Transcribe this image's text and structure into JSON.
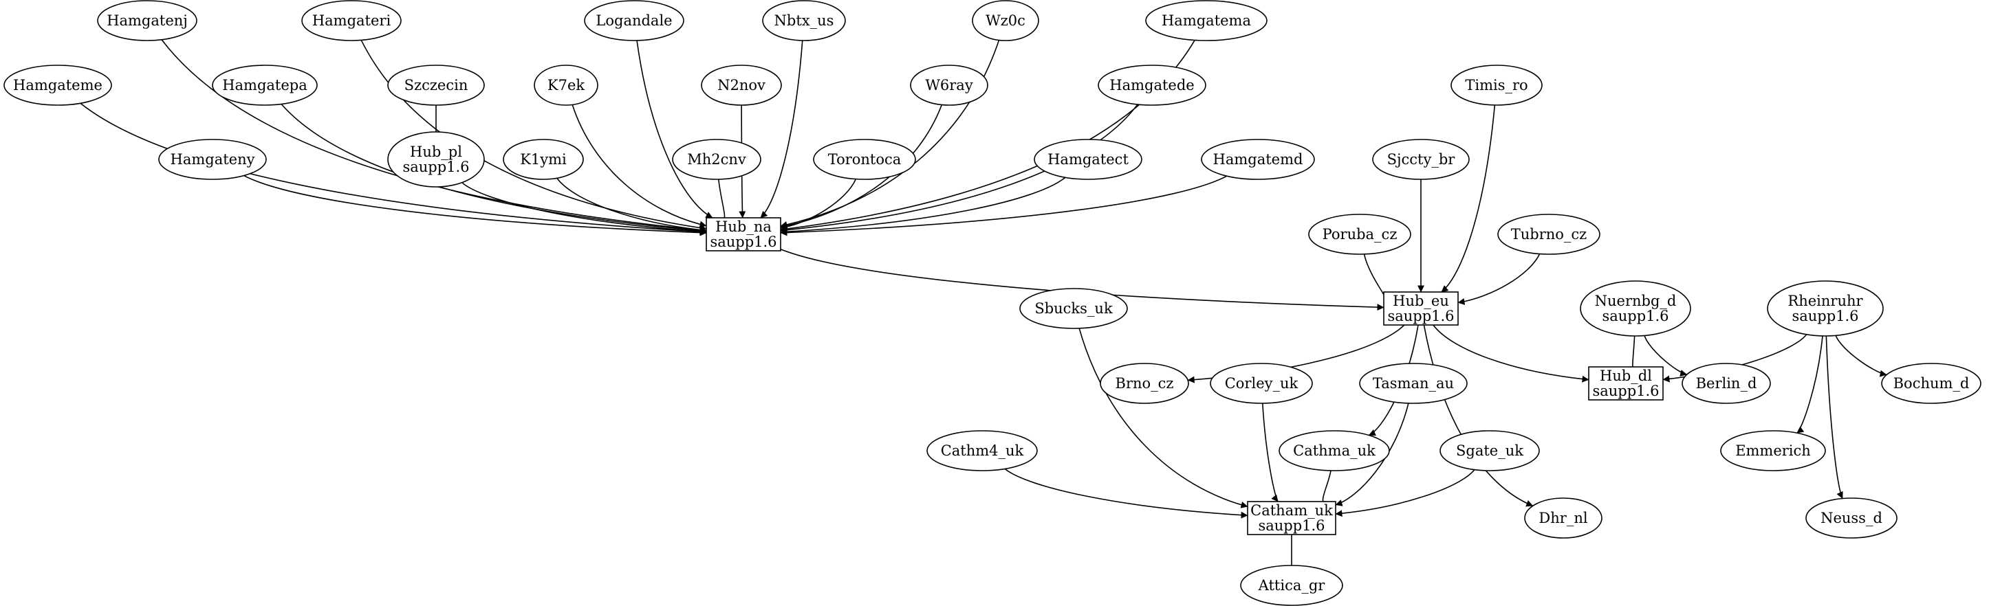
{
  "graph": {
    "nodes": [
      {
        "id": "hamgatenj",
        "lines": [
          "Hamgatenj"
        ],
        "shape": "ellipse"
      },
      {
        "id": "hamgateri",
        "lines": [
          "Hamgateri"
        ],
        "shape": "ellipse"
      },
      {
        "id": "logandale",
        "lines": [
          "Logandale"
        ],
        "shape": "ellipse"
      },
      {
        "id": "nbtx_us",
        "lines": [
          "Nbtx_us"
        ],
        "shape": "ellipse"
      },
      {
        "id": "wz0c",
        "lines": [
          "Wz0c"
        ],
        "shape": "ellipse"
      },
      {
        "id": "hamgatema",
        "lines": [
          "Hamgatema"
        ],
        "shape": "ellipse"
      },
      {
        "id": "hamgateme",
        "lines": [
          "Hamgateme"
        ],
        "shape": "ellipse"
      },
      {
        "id": "hamgatepa",
        "lines": [
          "Hamgatepa"
        ],
        "shape": "ellipse"
      },
      {
        "id": "szczecin",
        "lines": [
          "Szczecin"
        ],
        "shape": "ellipse"
      },
      {
        "id": "k7ek",
        "lines": [
          "K7ek"
        ],
        "shape": "ellipse"
      },
      {
        "id": "n2nov",
        "lines": [
          "N2nov"
        ],
        "shape": "ellipse"
      },
      {
        "id": "w6ray",
        "lines": [
          "W6ray"
        ],
        "shape": "ellipse"
      },
      {
        "id": "hamgatede",
        "lines": [
          "Hamgatede"
        ],
        "shape": "ellipse"
      },
      {
        "id": "timis_ro",
        "lines": [
          "Timis_ro"
        ],
        "shape": "ellipse"
      },
      {
        "id": "hamgateny",
        "lines": [
          "Hamgateny"
        ],
        "shape": "ellipse"
      },
      {
        "id": "hub_pl",
        "lines": [
          "Hub_pl",
          "saupp1.6"
        ],
        "shape": "ellipse"
      },
      {
        "id": "k1ymi",
        "lines": [
          "K1ymi"
        ],
        "shape": "ellipse"
      },
      {
        "id": "mh2cnv",
        "lines": [
          "Mh2cnv"
        ],
        "shape": "ellipse"
      },
      {
        "id": "torontoca",
        "lines": [
          "Torontoca"
        ],
        "shape": "ellipse"
      },
      {
        "id": "hamgatect",
        "lines": [
          "Hamgatect"
        ],
        "shape": "ellipse"
      },
      {
        "id": "hamgatemd",
        "lines": [
          "Hamgatemd"
        ],
        "shape": "ellipse"
      },
      {
        "id": "sjccty_br",
        "lines": [
          "Sjccty_br"
        ],
        "shape": "ellipse"
      },
      {
        "id": "hub_na",
        "lines": [
          "Hub_na",
          "saupp1.6"
        ],
        "shape": "box"
      },
      {
        "id": "poruba_cz",
        "lines": [
          "Poruba_cz"
        ],
        "shape": "ellipse"
      },
      {
        "id": "tubrno_cz",
        "lines": [
          "Tubrno_cz"
        ],
        "shape": "ellipse"
      },
      {
        "id": "hub_eu",
        "lines": [
          "Hub_eu",
          "saupp1.6"
        ],
        "shape": "box"
      },
      {
        "id": "sbucks_uk",
        "lines": [
          "Sbucks_uk"
        ],
        "shape": "ellipse"
      },
      {
        "id": "nuernbg_d",
        "lines": [
          "Nuernbg_d",
          "saupp1.6"
        ],
        "shape": "ellipse"
      },
      {
        "id": "rheinruhr",
        "lines": [
          "Rheinruhr",
          "saupp1.6"
        ],
        "shape": "ellipse"
      },
      {
        "id": "brno_cz",
        "lines": [
          "Brno_cz"
        ],
        "shape": "ellipse"
      },
      {
        "id": "corley_uk",
        "lines": [
          "Corley_uk"
        ],
        "shape": "ellipse"
      },
      {
        "id": "tasman_au",
        "lines": [
          "Tasman_au"
        ],
        "shape": "ellipse"
      },
      {
        "id": "hub_dl",
        "lines": [
          "Hub_dl",
          "saupp1.6"
        ],
        "shape": "box"
      },
      {
        "id": "berlin_d",
        "lines": [
          "Berlin_d"
        ],
        "shape": "ellipse"
      },
      {
        "id": "bochum_d",
        "lines": [
          "Bochum_d"
        ],
        "shape": "ellipse"
      },
      {
        "id": "cathm4_uk",
        "lines": [
          "Cathm4_uk"
        ],
        "shape": "ellipse"
      },
      {
        "id": "cathma_uk",
        "lines": [
          "Cathma_uk"
        ],
        "shape": "ellipse"
      },
      {
        "id": "sgate_uk",
        "lines": [
          "Sgate_uk"
        ],
        "shape": "ellipse"
      },
      {
        "id": "emmerich",
        "lines": [
          "Emmerich"
        ],
        "shape": "ellipse"
      },
      {
        "id": "catham_uk",
        "lines": [
          "Catham_uk",
          "saupp1.6"
        ],
        "shape": "box"
      },
      {
        "id": "dhr_nl",
        "lines": [
          "Dhr_nl"
        ],
        "shape": "ellipse"
      },
      {
        "id": "neuss_d",
        "lines": [
          "Neuss_d"
        ],
        "shape": "ellipse"
      },
      {
        "id": "attica_gr",
        "lines": [
          "Attica_gr"
        ],
        "shape": "ellipse"
      }
    ],
    "edges": [
      {
        "from": "hamgatenj",
        "to": "hub_na"
      },
      {
        "from": "hamgateri",
        "to": "hub_na"
      },
      {
        "from": "logandale",
        "to": "hub_na"
      },
      {
        "from": "nbtx_us",
        "to": "hub_na"
      },
      {
        "from": "wz0c",
        "to": "hub_na"
      },
      {
        "from": "hamgatema",
        "to": "hub_na"
      },
      {
        "from": "hamgateme",
        "to": "hub_na"
      },
      {
        "from": "hamgatepa",
        "to": "hub_na"
      },
      {
        "from": "szczecin",
        "to": "hub_pl"
      },
      {
        "from": "k7ek",
        "to": "hub_na"
      },
      {
        "from": "n2nov",
        "to": "hub_na"
      },
      {
        "from": "w6ray",
        "to": "hub_na"
      },
      {
        "from": "hamgatede",
        "to": "hub_na"
      },
      {
        "from": "hamgateny",
        "to": "hub_na"
      },
      {
        "from": "hub_pl",
        "to": "hub_na"
      },
      {
        "from": "k1ymi",
        "to": "hub_na"
      },
      {
        "from": "mh2cnv",
        "to": "hub_na"
      },
      {
        "from": "torontoca",
        "to": "hub_na"
      },
      {
        "from": "hamgatect",
        "to": "hub_na"
      },
      {
        "from": "hamgatemd",
        "to": "hub_na"
      },
      {
        "from": "hub_na",
        "to": "hub_eu"
      },
      {
        "from": "timis_ro",
        "to": "hub_eu"
      },
      {
        "from": "sjccty_br",
        "to": "hub_eu"
      },
      {
        "from": "poruba_cz",
        "to": "hub_eu"
      },
      {
        "from": "tubrno_cz",
        "to": "hub_eu"
      },
      {
        "from": "hub_eu",
        "to": "brno_cz"
      },
      {
        "from": "hub_eu",
        "to": "cathma_uk"
      },
      {
        "from": "hub_eu",
        "to": "dhr_nl"
      },
      {
        "from": "hub_eu",
        "to": "hub_dl"
      },
      {
        "from": "nuernbg_d",
        "to": "hub_dl"
      },
      {
        "from": "nuernbg_d",
        "to": "berlin_d"
      },
      {
        "from": "rheinruhr",
        "to": "hub_dl"
      },
      {
        "from": "rheinruhr",
        "to": "bochum_d"
      },
      {
        "from": "rheinruhr",
        "to": "emmerich"
      },
      {
        "from": "rheinruhr",
        "to": "neuss_d"
      },
      {
        "from": "sbucks_uk",
        "to": "catham_uk"
      },
      {
        "from": "corley_uk",
        "to": "catham_uk"
      },
      {
        "from": "tasman_au",
        "to": "catham_uk"
      },
      {
        "from": "cathm4_uk",
        "to": "catham_uk"
      },
      {
        "from": "cathma_uk",
        "to": "catham_uk"
      },
      {
        "from": "sgate_uk",
        "to": "catham_uk"
      },
      {
        "from": "catham_uk",
        "to": "attica_gr"
      }
    ]
  }
}
